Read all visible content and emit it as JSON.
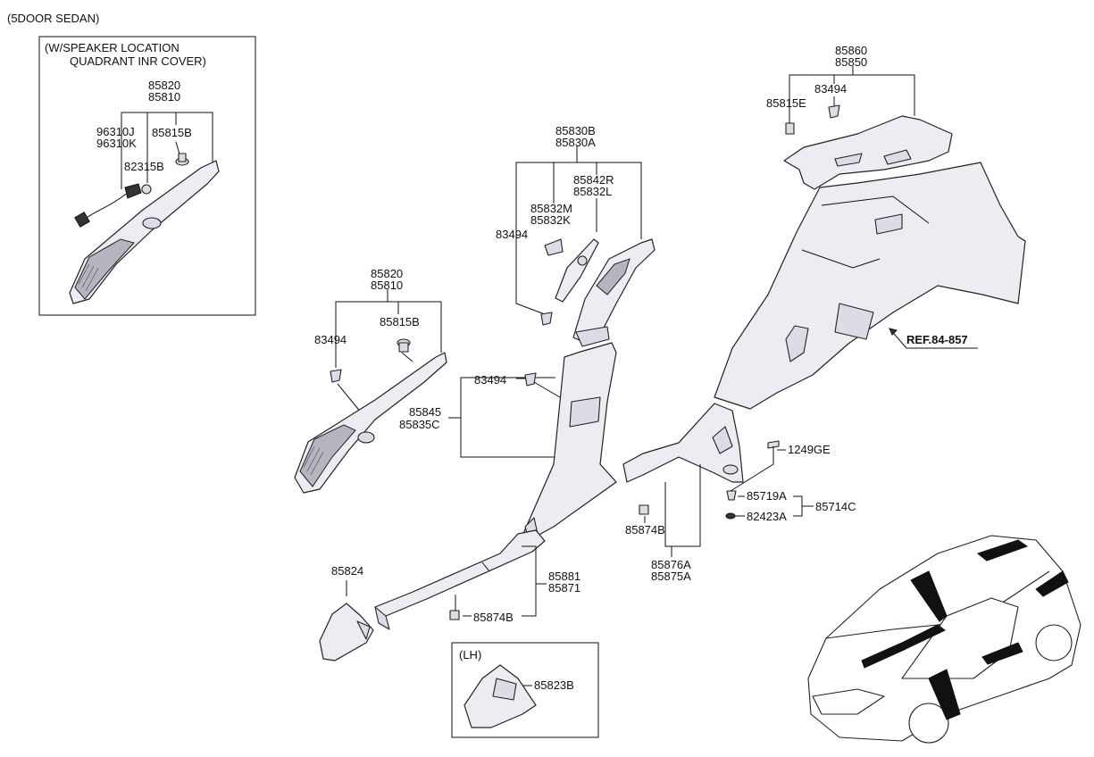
{
  "header": {
    "variant": "(5DOOR SEDAN)"
  },
  "inset_speaker": {
    "title_line1": "(W/SPEAKER LOCATION",
    "title_line2": "QUADRANT INR COVER)",
    "parts": [
      "85820",
      "85810",
      "96310J",
      "96310K",
      "85815B",
      "82315B"
    ]
  },
  "inset_lh": {
    "title": "(LH)",
    "parts": [
      "85823B"
    ]
  },
  "labels": {
    "p85820": "85820",
    "p85810": "85810",
    "p85815B": "85815B",
    "p83494a": "83494",
    "p85830B": "85830B",
    "p85830A": "85830A",
    "p85842R": "85842R",
    "p85832L": "85832L",
    "p85832M": "85832M",
    "p85832K": "85832K",
    "p83494b": "83494",
    "p83494c": "83494",
    "p85845": "85845",
    "p85835C": "85835C",
    "p85860": "85860",
    "p85850": "85850",
    "p83494d": "83494",
    "p85815E": "85815E",
    "ref": "REF.84-857",
    "p1249GE": "1249GE",
    "p85719A": "85719A",
    "p82423A": "82423A",
    "p85714C": "85714C",
    "p85874Ba": "85874B",
    "p85876A": "85876A",
    "p85875A": "85875A",
    "p85824": "85824",
    "p85881": "85881",
    "p85871": "85871",
    "p85874Bb": "85874B"
  }
}
